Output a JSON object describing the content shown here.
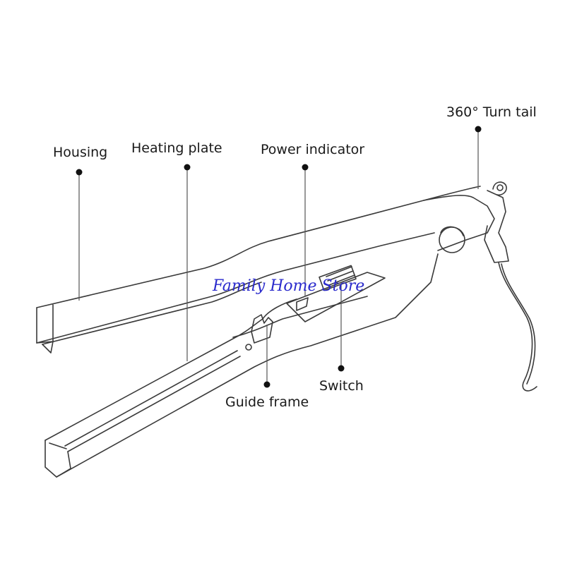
{
  "labels": {
    "housing": "Housing",
    "heating_plate": "Heating plate",
    "power_indicator": "Power indicator",
    "turn_tail": "360° Turn tail",
    "switch": "Switch",
    "guide_frame": "Guide frame"
  },
  "watermark": {
    "text": "Family Home Store",
    "color": "#2a2acc"
  },
  "colors": {
    "line": "#3a3a3a",
    "leader": "#555555",
    "dot": "#111111",
    "background": "#ffffff"
  }
}
